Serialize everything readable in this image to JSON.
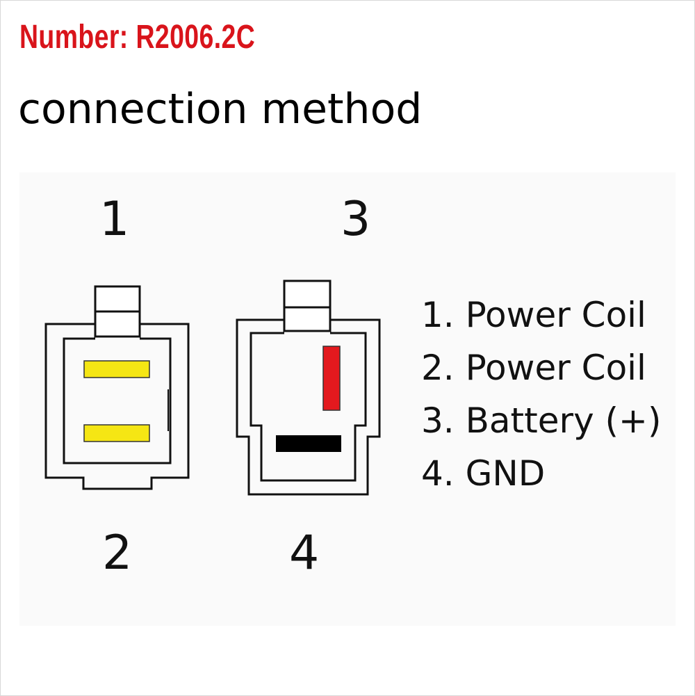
{
  "header": {
    "number": "Number: R2006.2C",
    "title": "connection method"
  },
  "pins": {
    "pin1": "1",
    "pin2": "2",
    "pin3": "3",
    "pin4": "4"
  },
  "legend": {
    "items": [
      "1. Power Coil",
      "2. Power Coil",
      "3. Battery (+)",
      "4. GND"
    ]
  },
  "colors": {
    "number_text": "#d9141b",
    "power_coil_terminal": "#f5e614",
    "battery_terminal": "#e3191e",
    "gnd_terminal": "#000000"
  }
}
